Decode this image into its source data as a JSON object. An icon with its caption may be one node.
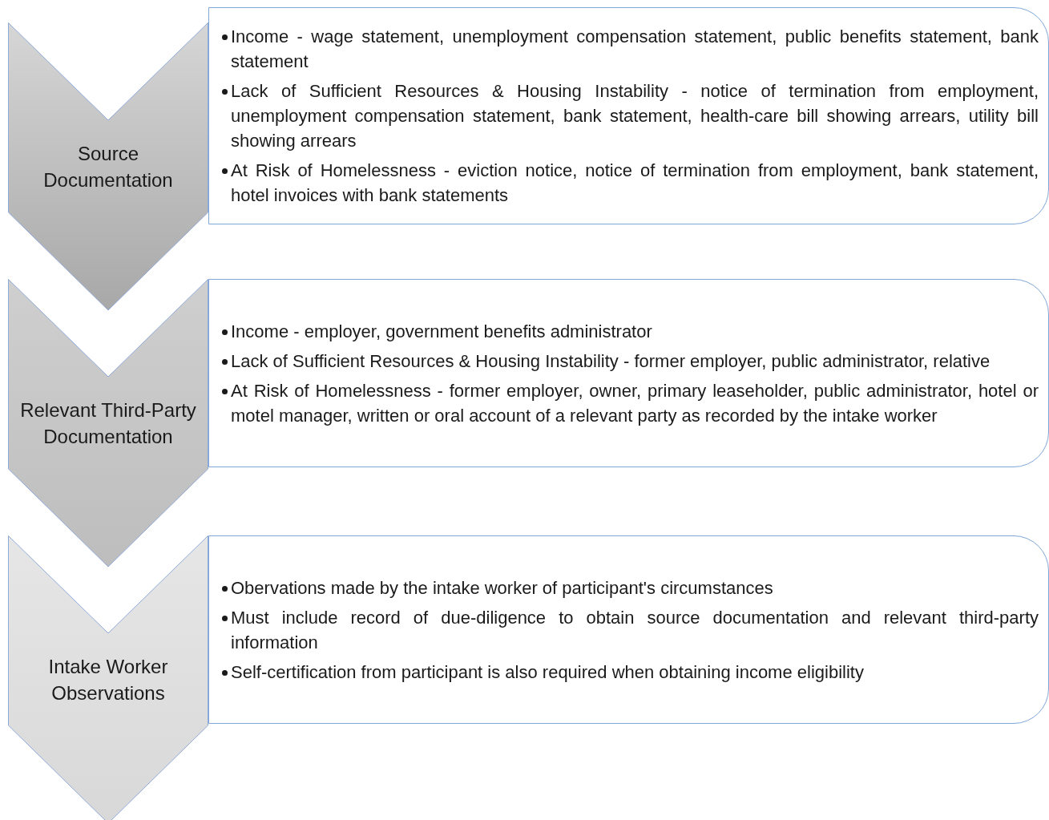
{
  "diagram": {
    "nodes": [
      {
        "text": [
          "Source Documentation"
        ]
      },
      {
        "text": [
          "Income - wage statement, unemployment compensation statement, public benefits statement, bank statement",
          "Lack of Sufficient Resources & Housing Instability - notice of termination from employment, unemployment compensation statement, bank statement, health-care bill showing arrears, utility bill showing arrears",
          "At  Risk of Homelessness - eviction notice, notice of termination from employment, bank statement, hotel invoices with bank statements"
        ]
      },
      {
        "text": [
          "Relevant Third-Party Documentation"
        ]
      },
      {
        "text": [
          "Income - employer, government benefits administrator",
          "Lack of Sufficient Resources & Housing Instability - former employer, public administrator, relative",
          "At  Risk of Homelessness - former employer, owner, primary leaseholder, public administrator, hotel or motel manager, written or oral account of a relevant party as recorded by the intake worker"
        ]
      },
      {
        "text": [
          "Intake Worker Observations"
        ]
      },
      {
        "text": [
          "Obervations made by the intake worker of participant's circumstances",
          "Must include record of due-diligence to obtain source documentation and relevant third-party information",
          "Self-certification from participant is also required when obtaining income eligibility"
        ]
      }
    ]
  }
}
